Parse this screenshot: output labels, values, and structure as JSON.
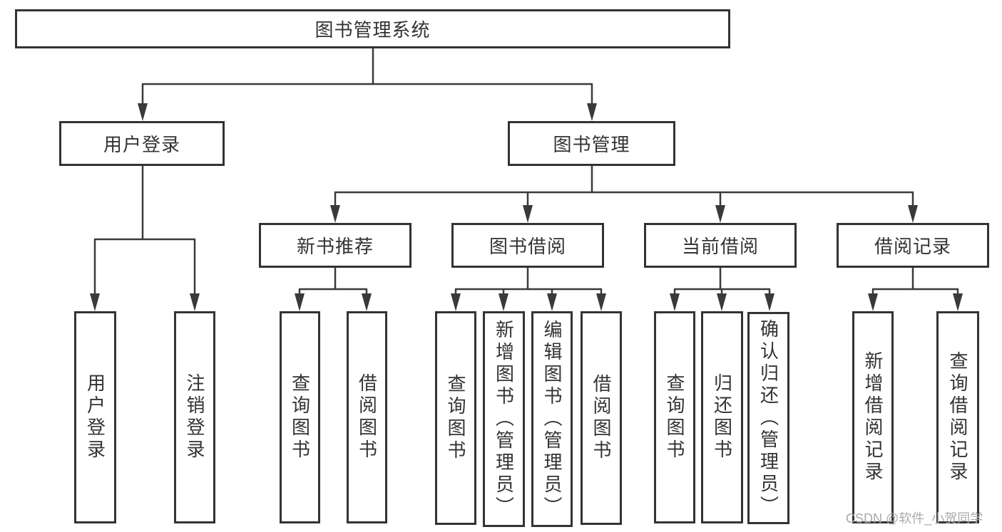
{
  "diagram": {
    "root": "图书管理系统",
    "level2": {
      "user_login": "用户登录",
      "book_management": "图书管理"
    },
    "user_login_leaves": [
      "用户登录",
      "注销登录"
    ],
    "sections": [
      {
        "label": "新书推荐",
        "leaves": [
          "查询图书",
          "借阅图书"
        ]
      },
      {
        "label": "图书借阅",
        "leaves": [
          "查询图书",
          "新增图书（管理员）",
          "编辑图书（管理员）",
          "借阅图书"
        ]
      },
      {
        "label": "当前借阅",
        "leaves": [
          "查询图书",
          "归还图书",
          "确认归还（管理员）"
        ]
      },
      {
        "label": "借阅记录",
        "leaves": [
          "新增借阅记录",
          "查询借阅记录"
        ]
      }
    ]
  },
  "watermark": "CSDN @软件_小贺同学",
  "colors": {
    "box_border": "#333333",
    "connector": "#3a3a3a",
    "text": "#333333",
    "watermark": "#aaaaaa",
    "background": "#ffffff"
  }
}
